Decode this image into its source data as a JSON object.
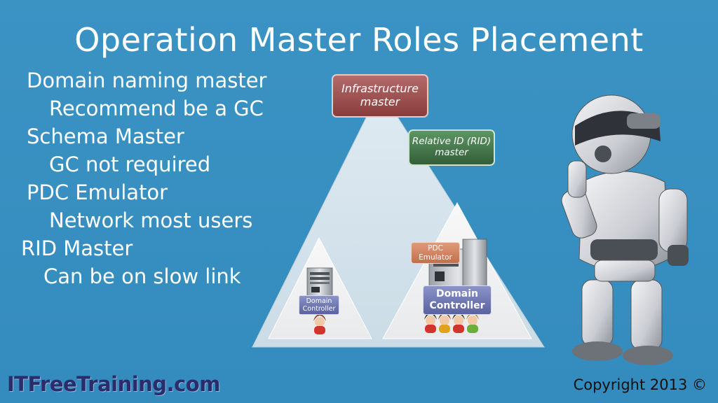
{
  "title": "Operation Master Roles Placement",
  "bullets": [
    {
      "text": "Domain naming master",
      "level": 0
    },
    {
      "text": "Recommend be a GC",
      "level": 1
    },
    {
      "text": "Schema Master",
      "level": 0
    },
    {
      "text": "GC not required",
      "level": 1
    },
    {
      "text": "PDC Emulator",
      "level": 0
    },
    {
      "text": "Network most users",
      "level": 1
    },
    {
      "text": "RID Master",
      "level": 0
    },
    {
      "text": "Can be on slow link",
      "level": 1
    }
  ],
  "diagram": {
    "infrastructure_master": [
      "Infrastructure",
      "master"
    ],
    "rid_master": [
      "Relative ID (RID)",
      "master"
    ],
    "pdc_emulator": [
      "PDC",
      "Emulator"
    ],
    "domain_controller_large": [
      "Domain",
      "Controller"
    ],
    "domain_controller_small": [
      "Domain",
      "Controller"
    ]
  },
  "footer": {
    "brand": "ITFreeTraining.com",
    "copyright": "Copyright 2013 ©"
  },
  "colors": {
    "background": "#3a8fbf",
    "infrastructure_box": "#9b4f4f",
    "rid_box": "#3f7446",
    "pdc_box": "#d5835e",
    "dc_box": "#6c74b3",
    "brand_text": "#2c2b6b"
  }
}
